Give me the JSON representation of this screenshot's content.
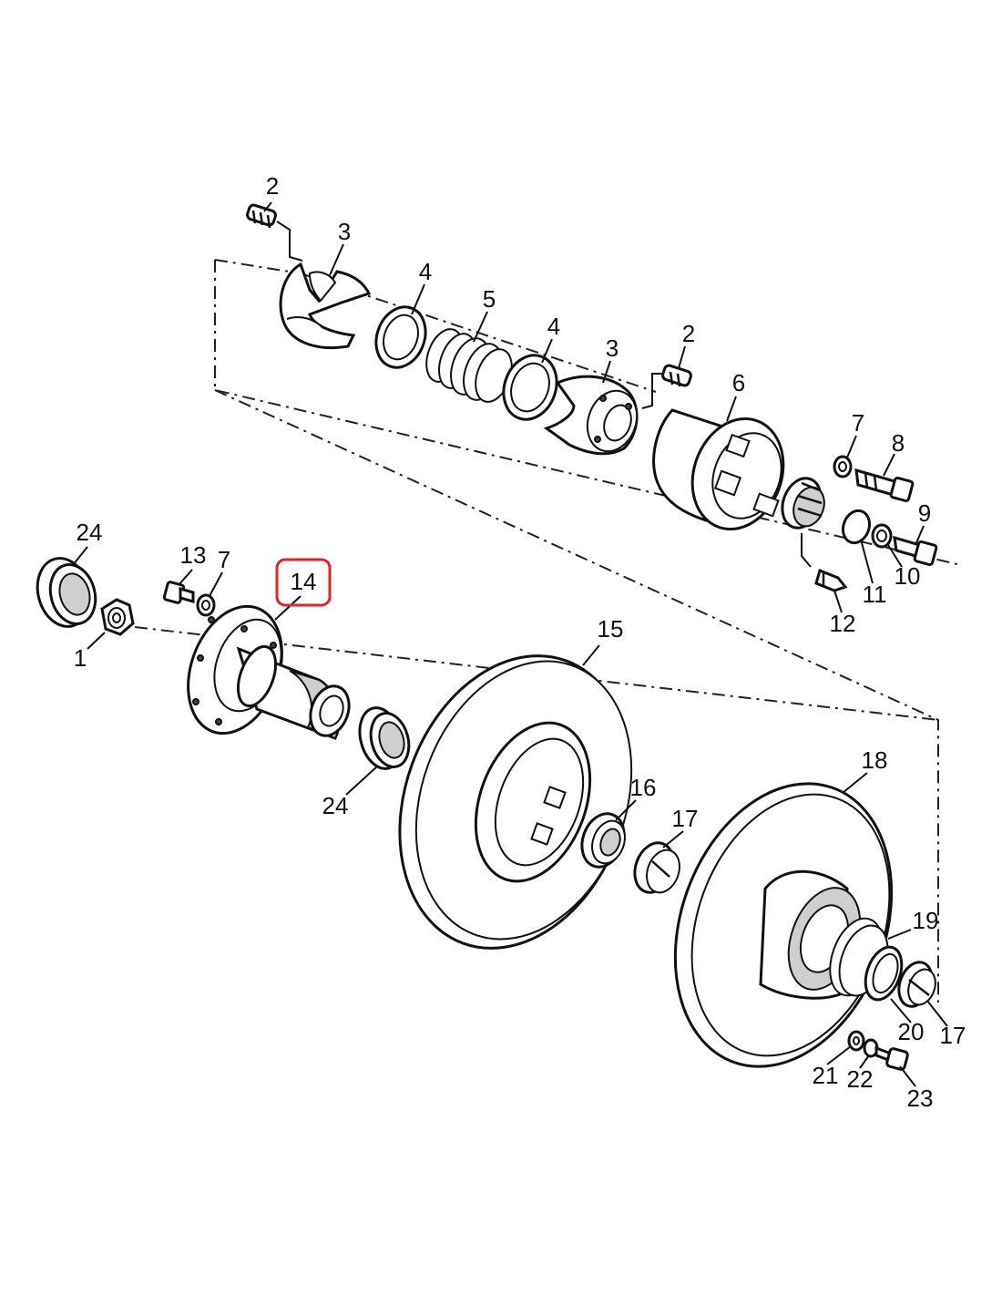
{
  "diagram": {
    "highlighted_part": "14",
    "callouts": [
      {
        "id": "c-2a",
        "text": "2"
      },
      {
        "id": "c-3a",
        "text": "3"
      },
      {
        "id": "c-4a",
        "text": "4"
      },
      {
        "id": "c-5",
        "text": "5"
      },
      {
        "id": "c-4b",
        "text": "4"
      },
      {
        "id": "c-3b",
        "text": "3"
      },
      {
        "id": "c-2b",
        "text": "2"
      },
      {
        "id": "c-6",
        "text": "6"
      },
      {
        "id": "c-7a",
        "text": "7"
      },
      {
        "id": "c-8",
        "text": "8"
      },
      {
        "id": "c-9",
        "text": "9"
      },
      {
        "id": "c-10",
        "text": "10"
      },
      {
        "id": "c-11",
        "text": "11"
      },
      {
        "id": "c-12",
        "text": "12"
      },
      {
        "id": "c-24a",
        "text": "24"
      },
      {
        "id": "c-13",
        "text": "13"
      },
      {
        "id": "c-7b",
        "text": "7"
      },
      {
        "id": "c-14",
        "text": "14"
      },
      {
        "id": "c-1",
        "text": "1"
      },
      {
        "id": "c-15",
        "text": "15"
      },
      {
        "id": "c-24b",
        "text": "24"
      },
      {
        "id": "c-16",
        "text": "16"
      },
      {
        "id": "c-17a",
        "text": "17"
      },
      {
        "id": "c-18",
        "text": "18"
      },
      {
        "id": "c-19",
        "text": "19"
      },
      {
        "id": "c-20",
        "text": "20"
      },
      {
        "id": "c-17b",
        "text": "17"
      },
      {
        "id": "c-21",
        "text": "21"
      },
      {
        "id": "c-22",
        "text": "22"
      },
      {
        "id": "c-23",
        "text": "23"
      }
    ],
    "colors": {
      "line": "#111111",
      "highlight": "#e0242a",
      "background": "#ffffff"
    }
  }
}
